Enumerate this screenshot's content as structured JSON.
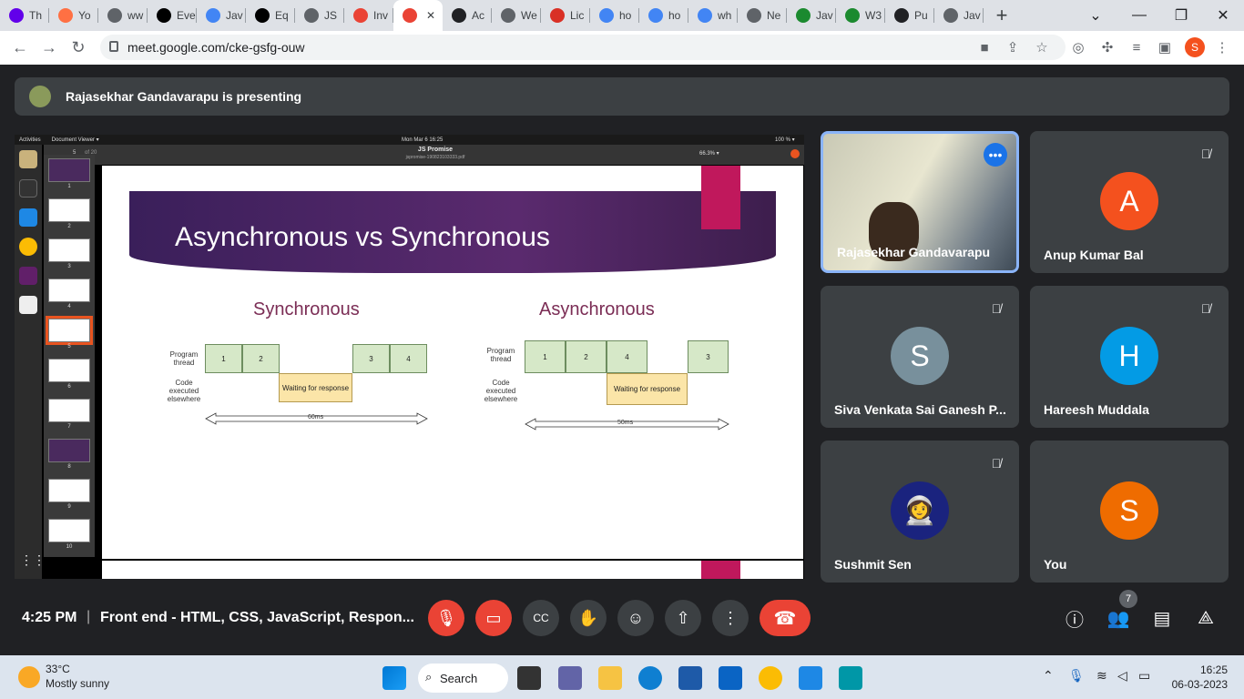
{
  "browser": {
    "tabs": [
      {
        "label": "Th",
        "fav": "#6200ea"
      },
      {
        "label": "Yo",
        "fav": "#ff7043"
      },
      {
        "label": "ww",
        "fav": "#5f6368"
      },
      {
        "label": "Eve",
        "fav": "#000"
      },
      {
        "label": "Jav",
        "fav": "#4285f4"
      },
      {
        "label": "Eq",
        "fav": "#000"
      },
      {
        "label": "JS",
        "fav": "#5f6368"
      },
      {
        "label": "Inv",
        "fav": "#ea4335"
      },
      {
        "label": "",
        "fav": "#ea4335",
        "active": true
      },
      {
        "label": "Ac",
        "fav": "#202124"
      },
      {
        "label": "We",
        "fav": "#5f6368"
      },
      {
        "label": "Lic",
        "fav": "#d93025"
      },
      {
        "label": "ho",
        "fav": "#4285f4"
      },
      {
        "label": "ho",
        "fav": "#4285f4"
      },
      {
        "label": "wh",
        "fav": "#4285f4"
      },
      {
        "label": "Ne",
        "fav": "#5f6368"
      },
      {
        "label": "Jav",
        "fav": "#1b8a2f"
      },
      {
        "label": "W3",
        "fav": "#1b8a2f"
      },
      {
        "label": "Pu",
        "fav": "#202124"
      },
      {
        "label": "Jav",
        "fav": "#5f6368"
      }
    ],
    "new_tab": "+",
    "url": "meet.google.com/cke-gsfg-ouw",
    "profile_initial": "S"
  },
  "meet": {
    "presenter_text": "Rajasekhar Gandavarapu is presenting",
    "time": "4:25 PM",
    "separator": "|",
    "meeting_title": "Front end - HTML, CSS, JavaScript, Respon...",
    "participant_count": "7",
    "participants": [
      {
        "name": "Rajasekhar Gandavarapu",
        "initial": "",
        "color": "#8a8a6e",
        "video": true
      },
      {
        "name": "Anup Kumar Bal",
        "initial": "A",
        "color": "#f4511e"
      },
      {
        "name": "Siva Venkata Sai Ganesh P...",
        "initial": "S",
        "color": "#78909c"
      },
      {
        "name": "Hareesh Muddala",
        "initial": "H",
        "color": "#039be5"
      },
      {
        "name": "Sushmit Sen",
        "initial": "",
        "color": "#1a237e"
      },
      {
        "name": "You",
        "initial": "S",
        "color": "#ef6c00"
      }
    ]
  },
  "screen": {
    "activities": "Activities",
    "app": "Document Viewer ▾",
    "clock": "Mon Mar 6  16:25",
    "doc_title": "JS Promise",
    "doc_file": "jspromise-190823103333.pdf",
    "page": "5",
    "of": "of 20",
    "zoom": "66.3% ▾",
    "battery": "100 % ▾",
    "thumb_numbers": [
      "1",
      "2",
      "3",
      "4",
      "5",
      "6",
      "7",
      "8",
      "9",
      "10"
    ],
    "slide": {
      "title": "Asynchronous vs Synchronous",
      "sync": {
        "heading": "Synchronous",
        "program": "Program thread",
        "code": "Code executed elsewhere",
        "b1": "1",
        "b2": "2",
        "b3": "3",
        "b4": "4",
        "wait": "Waiting for response",
        "ms": "60ms"
      },
      "async": {
        "heading": "Asynchronous",
        "program": "Program thread",
        "code": "Code executed elsewhere",
        "b1": "1",
        "b2": "2",
        "b3": "4",
        "b4": "3",
        "wait": "Waiting for response",
        "ms": "50ms"
      }
    }
  },
  "taskbar": {
    "temp": "33°C",
    "weather": "Mostly sunny",
    "search": "Search",
    "time": "16:25",
    "date": "06-03-2023"
  }
}
